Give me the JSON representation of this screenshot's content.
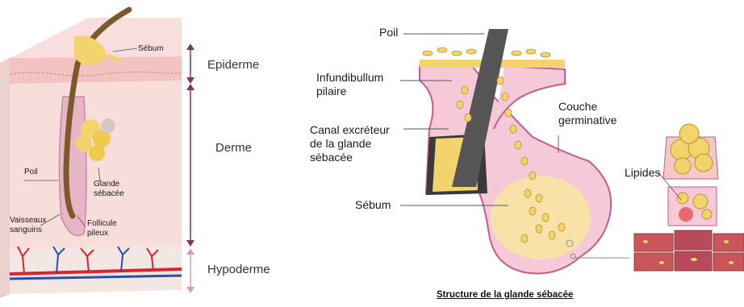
{
  "left_panel": {
    "labels": {
      "sebum": "Sébum",
      "poil": "Poil",
      "glande": "Glande\nsébacée",
      "vaisseaux": "Vaisseaux\nsanguins",
      "follicule": "Follicule\npileux"
    },
    "layers": {
      "epiderme": "Epiderme",
      "derme": "Derme",
      "hypoderme": "Hypoderme"
    }
  },
  "right_panel": {
    "labels": {
      "poil": "Poil",
      "infundibullum": "Infundibullum\npilaire",
      "couche": "Couche\ngerminative",
      "canal": "Canal excréteur\nde la glande\nsébacée",
      "lipides": "Lipides",
      "sebum": "Sébum"
    },
    "caption": "Structure de la glande sébacée"
  },
  "colors": {
    "skin_pink": "#f4c9c8",
    "dermis_pink": "#f7dcd8",
    "gland_yellow": "#f3d36b",
    "hair_brown": "#7a5a2a",
    "hair_shaft_grey": "#555555",
    "arrow_purple": "#8b2a6b",
    "vessel_red": "#d8262e",
    "vessel_blue": "#2a4fa8",
    "membrane_magenta": "#c65a8f"
  }
}
